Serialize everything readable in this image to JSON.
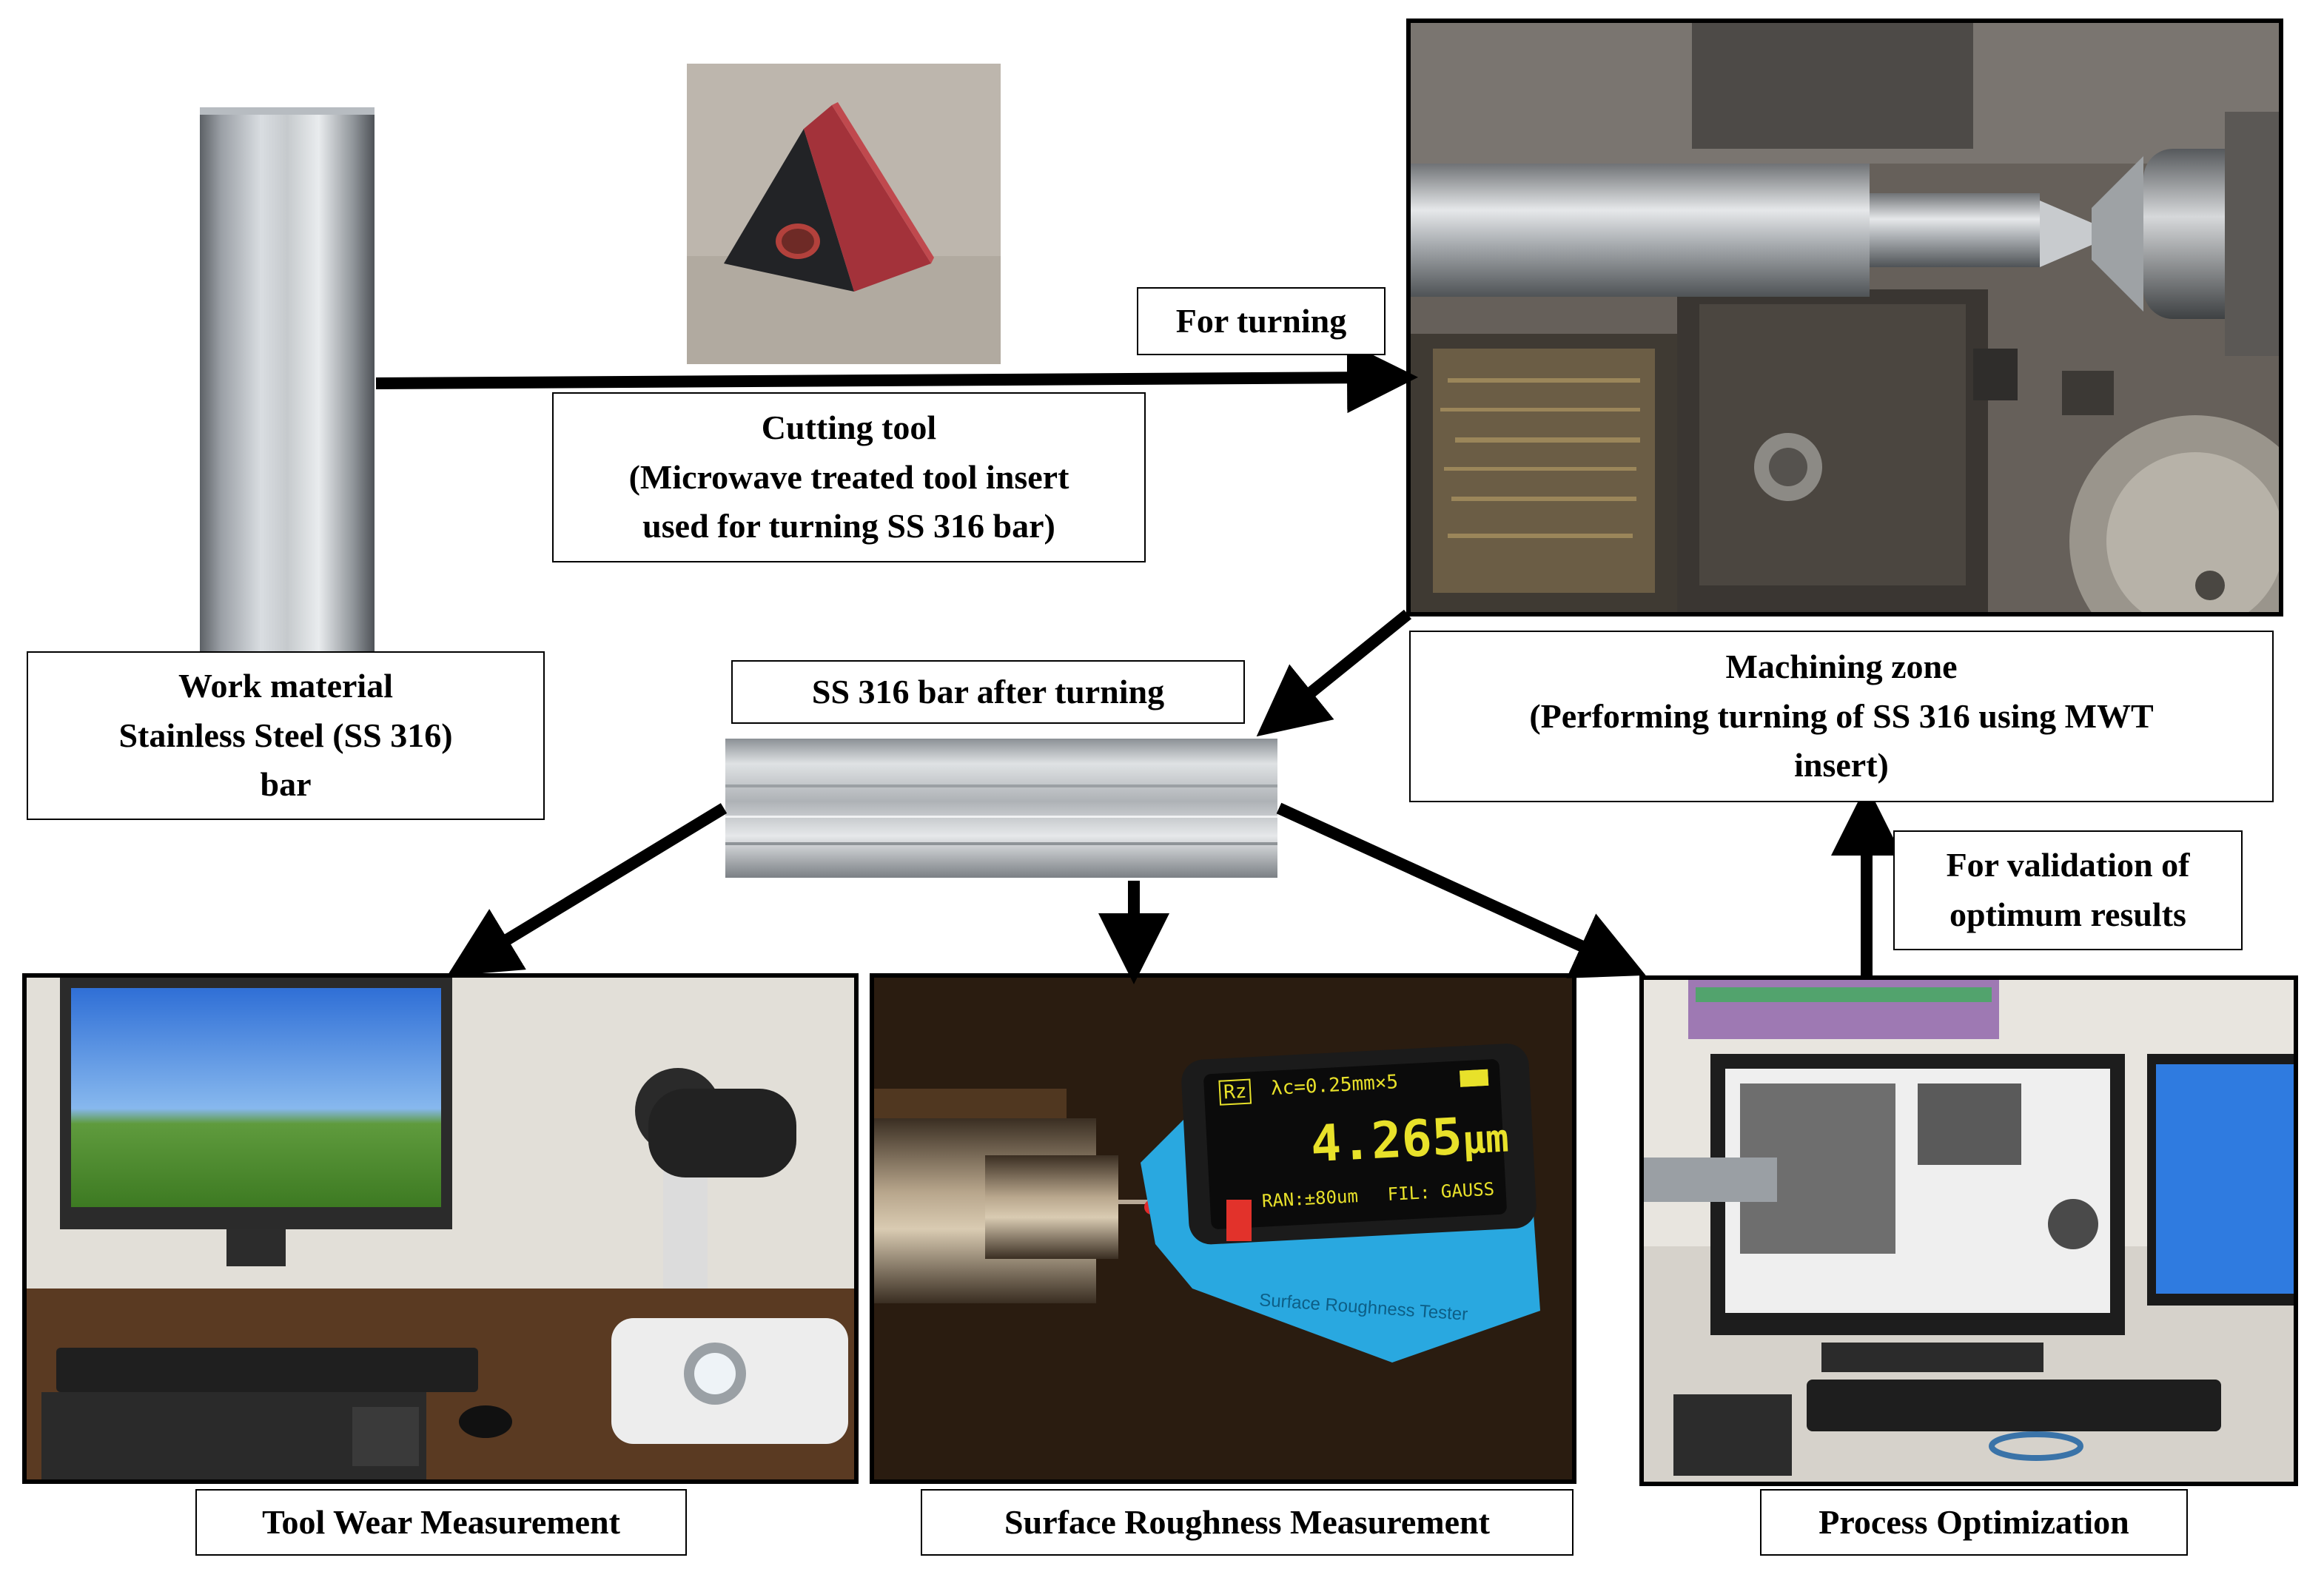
{
  "labels": {
    "work_material": [
      "Work material",
      "Stainless Steel (SS 316)",
      "bar"
    ],
    "cutting_tool": [
      "Cutting tool",
      "(Microwave treated tool insert",
      "used for turning SS 316 bar)"
    ],
    "for_turning": "For turning",
    "bar_after_turning": "SS 316 bar after turning",
    "machining_zone": [
      "Machining zone",
      "(Performing turning of SS 316 using MWT",
      "insert)"
    ],
    "validation": [
      "For validation of",
      "optimum results"
    ],
    "tool_wear": "Tool Wear Measurement",
    "surface_roughness": "Surface Roughness Measurement",
    "process_optimization": "Process Optimization"
  },
  "roughness_tester": {
    "param": "Rz",
    "cutoff": "λc=0.25mm×5",
    "value": "4.265",
    "unit": "μm",
    "range": "RAN:±80um",
    "filter": "FIL: GAUSS",
    "brand_text": "Surface Roughness Tester"
  },
  "colors": {
    "arrow": "#000000",
    "tester_body": "#29a8e0",
    "lcd_text": "#e8e12a",
    "insert": "#a3323a"
  }
}
